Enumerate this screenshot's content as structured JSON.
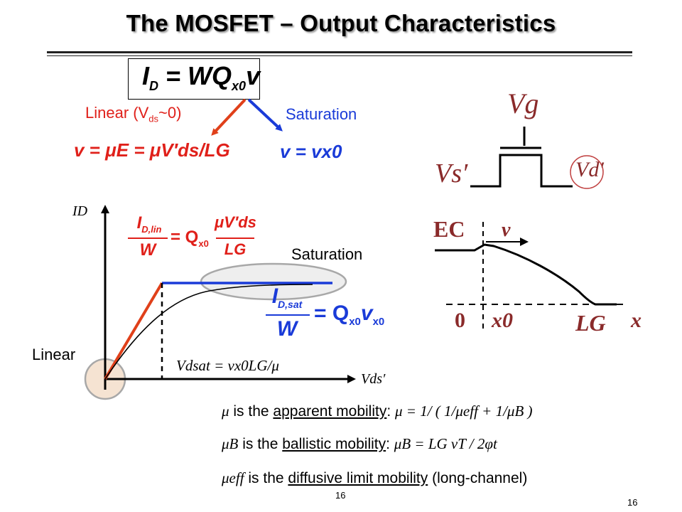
{
  "slide": {
    "title": "The MOSFET – Output Characteristics",
    "page_number_center": "16",
    "page_number_right": "16"
  },
  "top_equation": {
    "lhs": "I",
    "lhs_sub": "D",
    "rhs_main": "= WQ",
    "rhs_sub": "x0",
    "rhs_tail": "v"
  },
  "branches": {
    "linear_label_pre": "Linear (V",
    "linear_label_sub": "ds",
    "linear_label_post": "~0)",
    "linear_eq": "v = μE = μV′ds/LG",
    "saturation_label": "Saturation",
    "saturation_eq": "v = vx0"
  },
  "iv_plot": {
    "y_axis_label": "ID",
    "x_axis_label": "Vds′",
    "linear_label": "Linear",
    "saturation_label": "Saturation",
    "lin_eq_lhs_top": "I",
    "lin_eq_lhs_top_sub": "D,lin",
    "lin_eq_lhs_bottom": "W",
    "lin_eq_rhs_pre": "= Q",
    "lin_eq_rhs_sub": "x0",
    "lin_eq_rhs_frac_top": "μV′ds",
    "lin_eq_rhs_frac_bottom": "LG",
    "sat_eq_lhs_top": "I",
    "sat_eq_lhs_top_sub": "D,sat",
    "sat_eq_lhs_bottom": "W",
    "sat_eq_rhs": "= Q",
    "sat_eq_rhs_sub1": "x0",
    "sat_eq_rhs_v": "v",
    "sat_eq_rhs_sub2": "x0",
    "vdsat_eq": "Vdsat = vx0LG/μ"
  },
  "device": {
    "gate_label": "Vg",
    "source_label": "Vs′",
    "drain_label": "Vd′"
  },
  "band": {
    "ec_label": "EC",
    "velocity_label": "v",
    "origin_label": "0",
    "x0_label": "x0",
    "lg_label": "LG",
    "x_label": "x"
  },
  "bullets": [
    {
      "sym": "μ",
      "pre": " is the ",
      "term": "apparent mobility",
      "post": ": ",
      "formula": "μ = 1/ ( 1/μeff + 1/μB )"
    },
    {
      "sym": "μB",
      "pre": " is the ",
      "term": "ballistic mobility",
      "post": ": ",
      "formula": "μB = LG vT / 2φt"
    },
    {
      "sym": "μeff",
      "pre": " is the ",
      "term": "diffusive limit mobility",
      "post": " (long-channel)",
      "formula": ""
    }
  ]
}
